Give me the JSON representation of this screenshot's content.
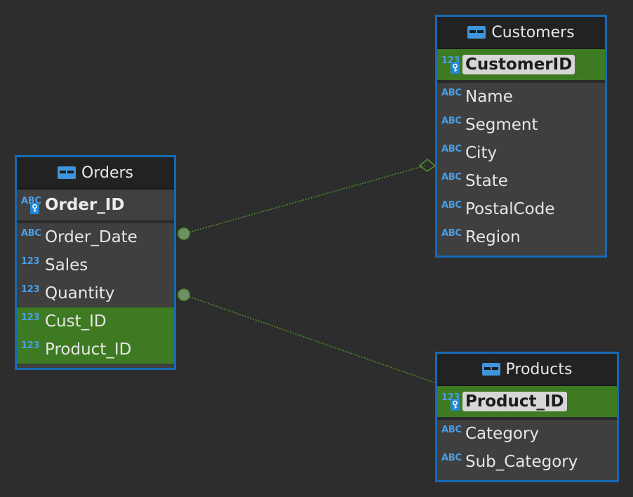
{
  "colors": {
    "background": "#2d2d2d",
    "entity_border": "#1569b5",
    "key_row": "#3d7a22",
    "header": "#222222",
    "type_badge": "#4a9ee6",
    "link_line": "#4f8f2f"
  },
  "entities": {
    "orders": {
      "title": "Orders",
      "icon": "table-icon",
      "pk": {
        "type": "ABC",
        "name": "Order_ID"
      },
      "columns": [
        {
          "type": "ABC",
          "name": "Order_Date"
        },
        {
          "type": "123",
          "name": "Sales"
        },
        {
          "type": "123",
          "name": "Quantity"
        },
        {
          "type": "123",
          "name": "Cust_ID"
        },
        {
          "type": "123",
          "name": "Product_ID"
        }
      ]
    },
    "customers": {
      "title": "Customers",
      "icon": "table-icon",
      "pk": {
        "type": "123",
        "name": "CustomerID"
      },
      "columns": [
        {
          "type": "ABC",
          "name": "Name"
        },
        {
          "type": "ABC",
          "name": "Segment"
        },
        {
          "type": "ABC",
          "name": "City"
        },
        {
          "type": "ABC",
          "name": "State"
        },
        {
          "type": "ABC",
          "name": "PostalCode"
        },
        {
          "type": "ABC",
          "name": "Region"
        }
      ]
    },
    "products": {
      "title": "Products",
      "icon": "table-icon",
      "pk": {
        "type": "123",
        "name": "Product_ID"
      },
      "columns": [
        {
          "type": "ABC",
          "name": "Category"
        },
        {
          "type": "ABC",
          "name": "Sub_Category"
        }
      ]
    }
  },
  "relations": [
    {
      "from": "Orders",
      "to": "Customers"
    },
    {
      "from": "Orders",
      "to": "Products"
    }
  ]
}
